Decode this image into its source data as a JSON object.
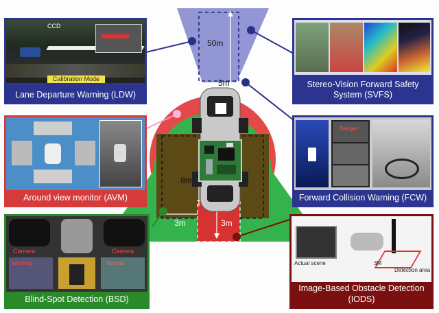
{
  "panels": {
    "ldw": {
      "caption": "Lane Departure Warning (LDW)",
      "inner_tag": "Calibration Mode",
      "ccd": "CCD"
    },
    "svfs": {
      "caption": "Stereo-Vision Forward Safety System (SVFS)"
    },
    "avm": {
      "caption": "Around view monitor (AVM)"
    },
    "fcw": {
      "caption": "Forward Collision Warning (FCW)",
      "danger": "Danger"
    },
    "bsd": {
      "caption": "Blind-Spot Detection (BSD)",
      "camera_left": "Camera",
      "camera_right": "Camera",
      "warning": "Warning",
      "normal": "Normal"
    },
    "iods": {
      "caption": "Image-Based Obstacle Detection (IODS)",
      "actual_scene": "Actual scene",
      "detection_area": "Detection area",
      "distance": "3M"
    }
  },
  "distances": {
    "front_far": "50m",
    "front_near": "5m",
    "side": "8m",
    "rear_left": "3m",
    "rear": "3m"
  },
  "colors": {
    "svfs_zone": "#8f93d4",
    "fcw_zone": "#e34949",
    "bsd_zone": "#2fb24a",
    "iods_zone": "#c22a2a",
    "ldw_border": "#2b3590",
    "avm_border": "#d63a3a",
    "bsd_border": "#2a8a2a",
    "iods_border": "#7a1010"
  }
}
